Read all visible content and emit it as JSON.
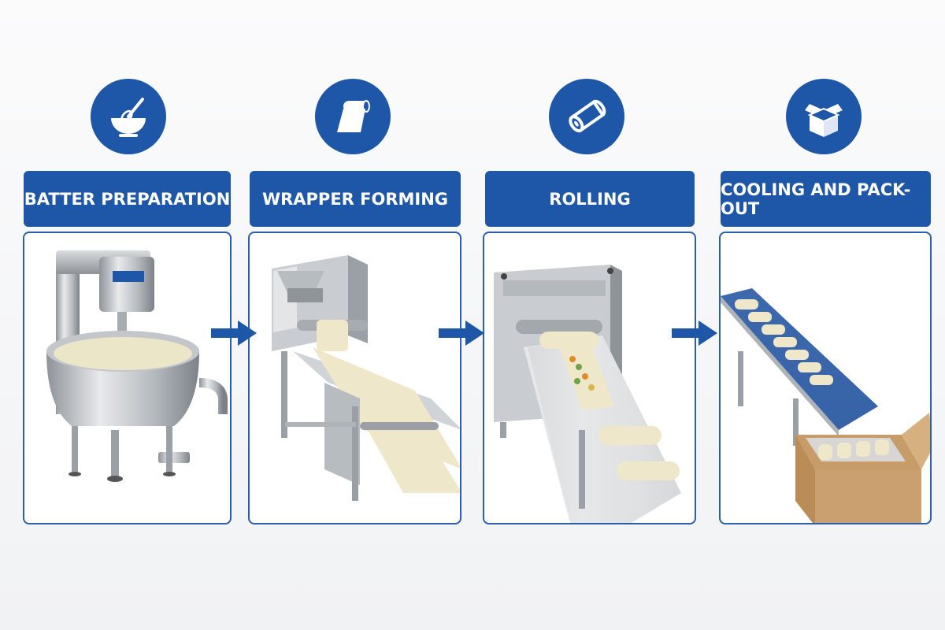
{
  "colors": {
    "accent": "#1e56a8",
    "panel_border": "#2a5fae",
    "background": "#f4f5f7"
  },
  "steps": [
    {
      "title": "BATTER PREPARATION",
      "icon": "mixing-bowl-whisk-icon"
    },
    {
      "title": "WRAPPER FORMING",
      "icon": "paper-roll-icon"
    },
    {
      "title": "ROLLING",
      "icon": "roll-cylinder-icon"
    },
    {
      "title": "COOLING AND PACK-OUT",
      "icon": "box-icon"
    }
  ]
}
